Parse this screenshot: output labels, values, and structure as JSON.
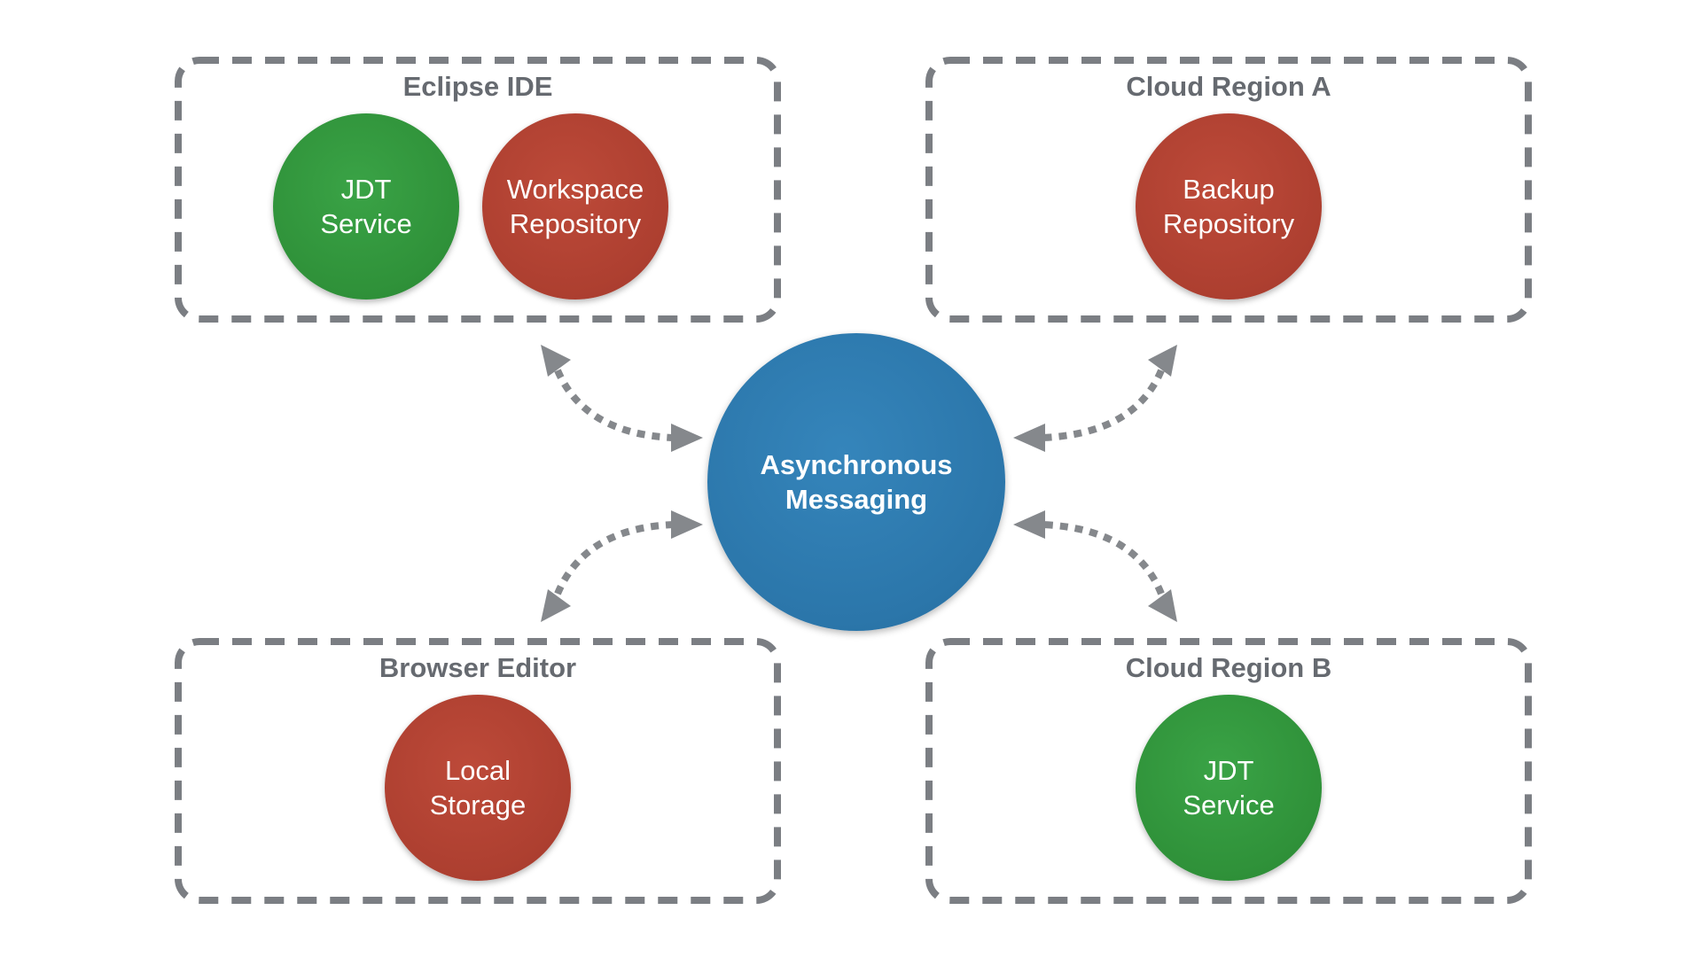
{
  "hub": {
    "line1": "Asynchronous",
    "line2": "Messaging"
  },
  "groups": {
    "eclipse_ide": {
      "title": "Eclipse IDE",
      "jdt_service": {
        "line1": "JDT",
        "line2": "Service"
      },
      "workspace_repository": {
        "line1": "Workspace",
        "line2": "Repository"
      }
    },
    "cloud_region_a": {
      "title": "Cloud Region A",
      "backup_repository": {
        "line1": "Backup",
        "line2": "Repository"
      }
    },
    "browser_editor": {
      "title": "Browser Editor",
      "local_storage": {
        "line1": "Local",
        "line2": "Storage"
      }
    },
    "cloud_region_b": {
      "title": "Cloud Region B",
      "jdt_service": {
        "line1": "JDT",
        "line2": "Service"
      }
    }
  },
  "colors": {
    "service_green": "#2f9139",
    "repository_red": "#ad3f30",
    "hub_blue": "#2b76aa",
    "border_gray": "#7b7e83",
    "arrow_gray": "#85888c",
    "title_gray": "#666a70"
  }
}
